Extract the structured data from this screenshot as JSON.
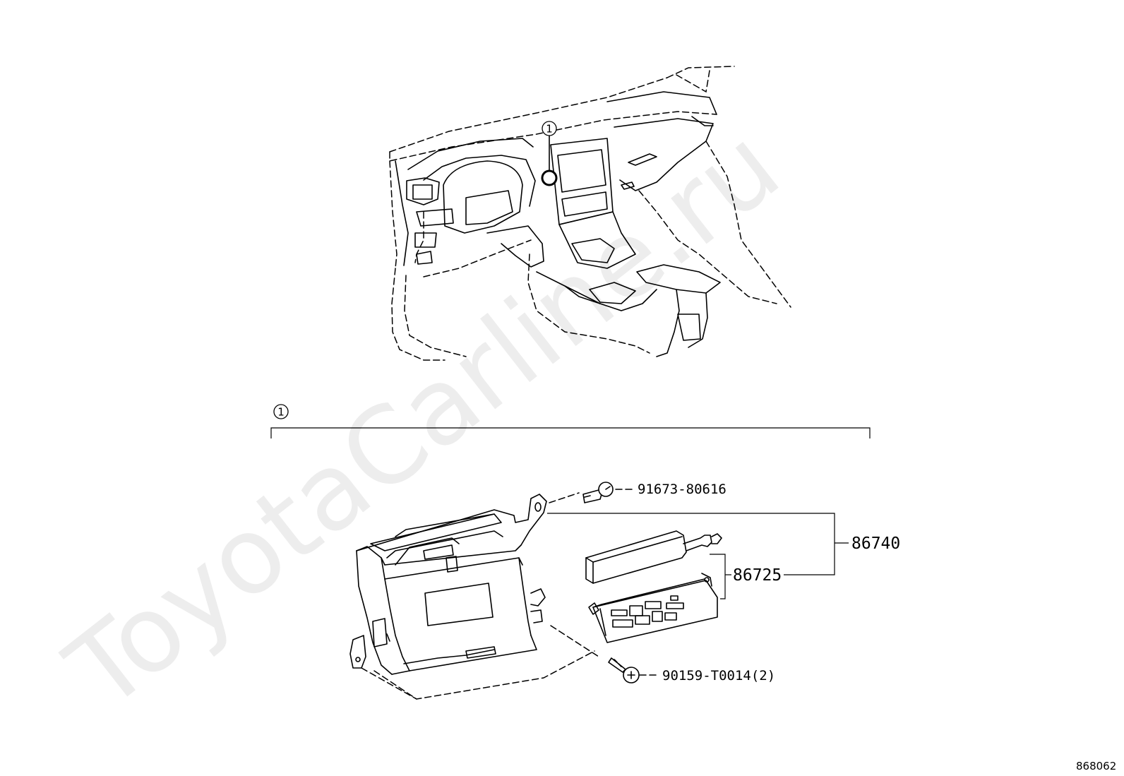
{
  "watermark": "ToyotaCarline.ru",
  "diagram_id": "868062",
  "callout": {
    "number": "1"
  },
  "parts": {
    "clip_screw": "91673-80616",
    "assembly": "86740",
    "receiver": "86725",
    "bolt": "90159-T0014(2)"
  }
}
